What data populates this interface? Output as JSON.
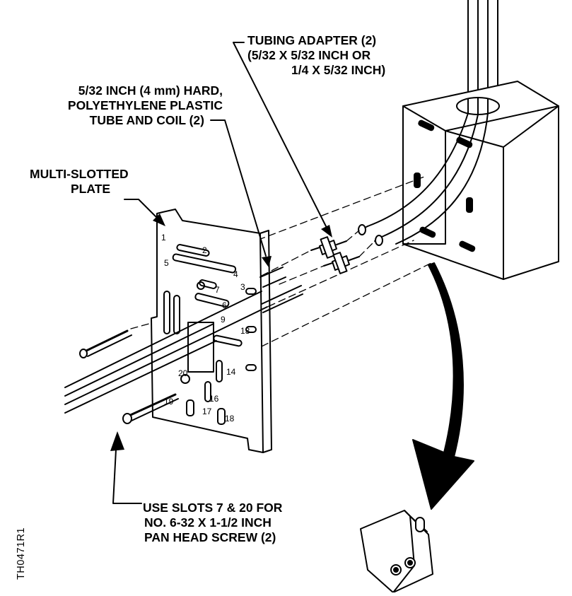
{
  "callouts": {
    "tubing_adapter": {
      "line1": "TUBING ADAPTER (2)",
      "line2": "(5/32 X 5/32 INCH OR",
      "line3": "1/4 X 5/32 INCH)"
    },
    "plastic_tube": {
      "line1": "5/32 INCH (4 mm) HARD,",
      "line2": "POLYETHYLENE PLASTIC",
      "line3": "TUBE AND COIL (2)"
    },
    "plate": {
      "line1": "MULTI-SLOTTED",
      "line2": "PLATE"
    },
    "screw": {
      "line1": "USE SLOTS 7 & 20 FOR",
      "line2": "NO. 6-32 X 1-1/2 INCH",
      "line3": "PAN HEAD SCREW (2)"
    }
  },
  "slot_numbers": [
    "1",
    "2",
    "5",
    "4",
    "3",
    "7",
    "6",
    "9",
    "13",
    "14",
    "20",
    "16",
    "17",
    "19",
    "18"
  ],
  "figure_id": "TH0471R1",
  "colors": {
    "ink": "#000000",
    "paper": "#ffffff"
  }
}
